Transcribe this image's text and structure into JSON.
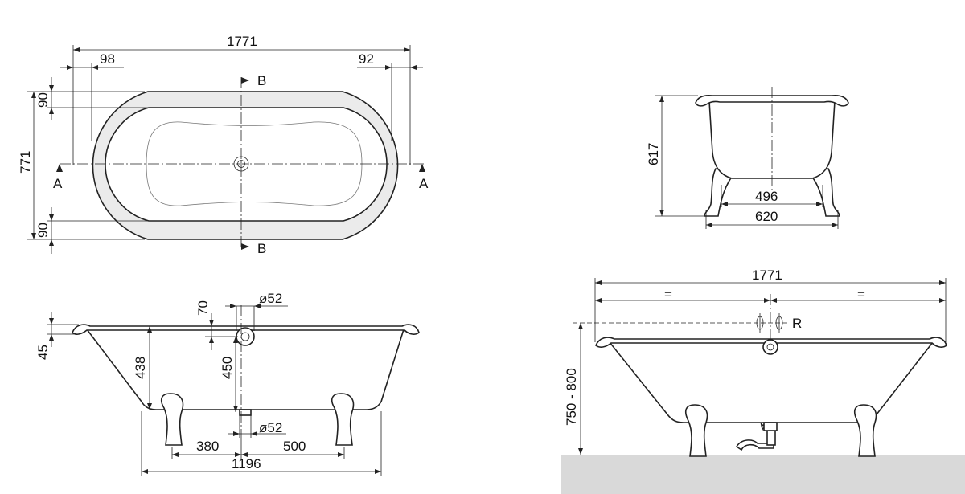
{
  "top_view": {
    "overall_length": "1771",
    "rim_left": "98",
    "rim_right": "92",
    "overall_width": "771",
    "rim_top": "90",
    "rim_bottom": "90",
    "section_a_left": "A",
    "section_a_right": "A",
    "section_b_top": "B",
    "section_b_bottom": "B"
  },
  "end_view": {
    "height": "617",
    "inner_feet_span": "496",
    "outer_feet_span": "620"
  },
  "side_view": {
    "rim_height": "45",
    "overflow_offset": "70",
    "overflow_diameter": "ø52",
    "depth": "438",
    "overflow_to_bottom": "450",
    "drain_diameter": "ø52",
    "drain_to_left_foot": "380",
    "drain_to_right_foot": "500",
    "feet_span": "1196"
  },
  "installation_view": {
    "overall_length": "1771",
    "half_left": "=",
    "half_right": "=",
    "height_range": "750 - 800",
    "tap_label": "R"
  }
}
